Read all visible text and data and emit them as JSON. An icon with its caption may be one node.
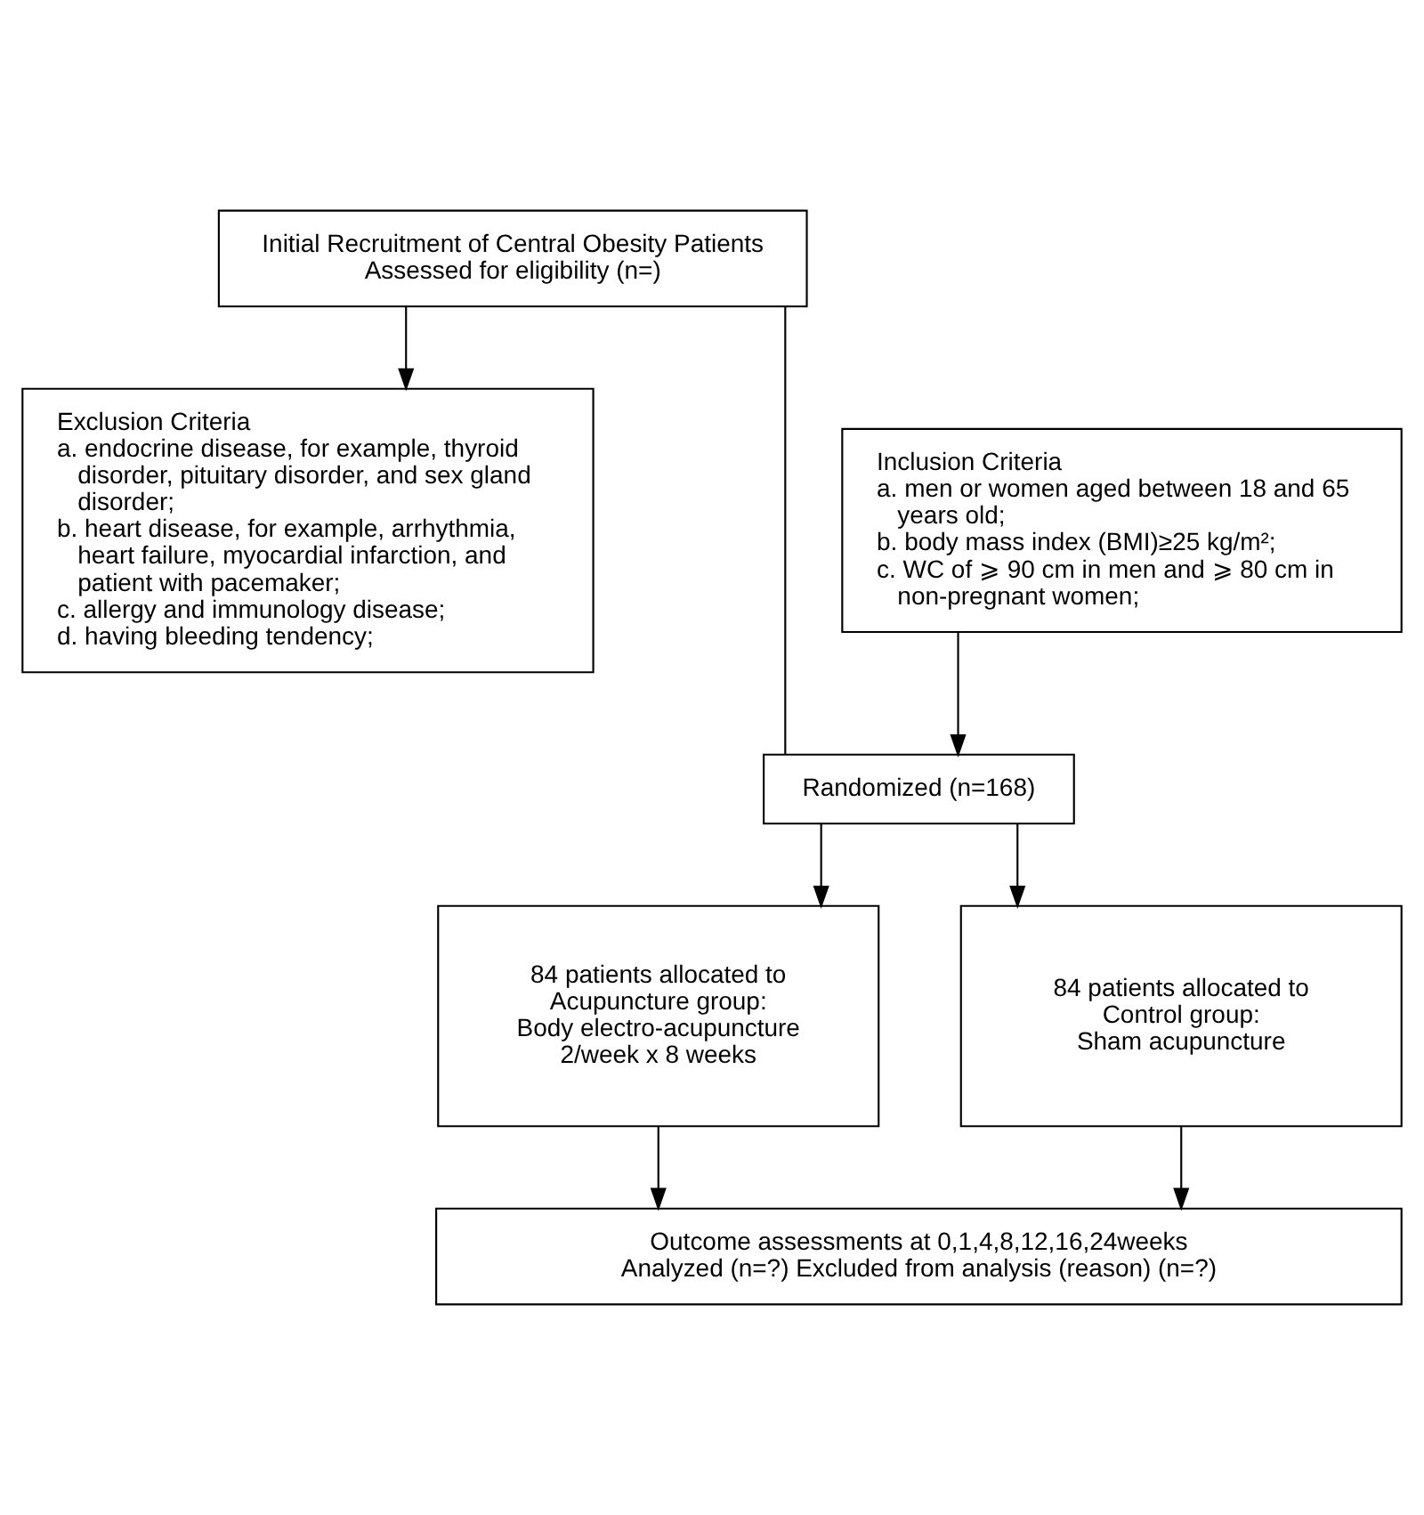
{
  "diagram": {
    "nodes": [
      {
        "text": [
          "Initial Recruitment of Central Obesity Patients",
          "Assessed for eligibility (n=)"
        ]
      },
      {
        "text": [
          "Inclusion Criteria",
          "a. men or women aged between 18 and 65 years old;",
          "b. body mass index (BMI)≥25 kg/m²;",
          "c. WC of ⩾ 90 cm in men and ⩾ 80 cm in non-pregnant women;"
        ]
      },
      {
        "text": [
          "Exclusion Criteria",
          "a. endocrine disease, for example, thyroid disorder, pituitary disorder, and sex gland disorder;",
          "b. heart disease, for example, arrhythmia, heart failure, myocardial infarction, and patient with pacemaker;",
          "c. allergy and immunology disease;",
          "d. having bleeding tendency;"
        ]
      },
      {
        "text": [
          "Randomized (n=168)"
        ]
      },
      {
        "text": [
          "84 patients allocated to",
          "Acupuncture group:",
          "Body electro-acupuncture",
          "2/week x 8 weeks"
        ]
      },
      {
        "text": [
          "84 patients allocated to",
          "Control group:",
          "Sham acupuncture"
        ]
      },
      {
        "text": [
          "Outcome assessments at 0,1,4,8,12,16,24weeks",
          "Analyzed (n=?) Excluded from analysis (reason) (n=?)"
        ]
      }
    ],
    "edges": [
      {
        "from": 0,
        "to": 3,
        "arrow": "none"
      },
      {
        "from": 1,
        "to": 3,
        "arrow": "to"
      },
      {
        "from": 0,
        "to": 2,
        "arrow": "to"
      },
      {
        "from": 3,
        "to": 4,
        "arrow": "to"
      },
      {
        "from": 3,
        "to": 5,
        "arrow": "to"
      },
      {
        "from": 4,
        "to": 6,
        "arrow": "to"
      },
      {
        "from": 5,
        "to": 6,
        "arrow": "to"
      }
    ]
  }
}
